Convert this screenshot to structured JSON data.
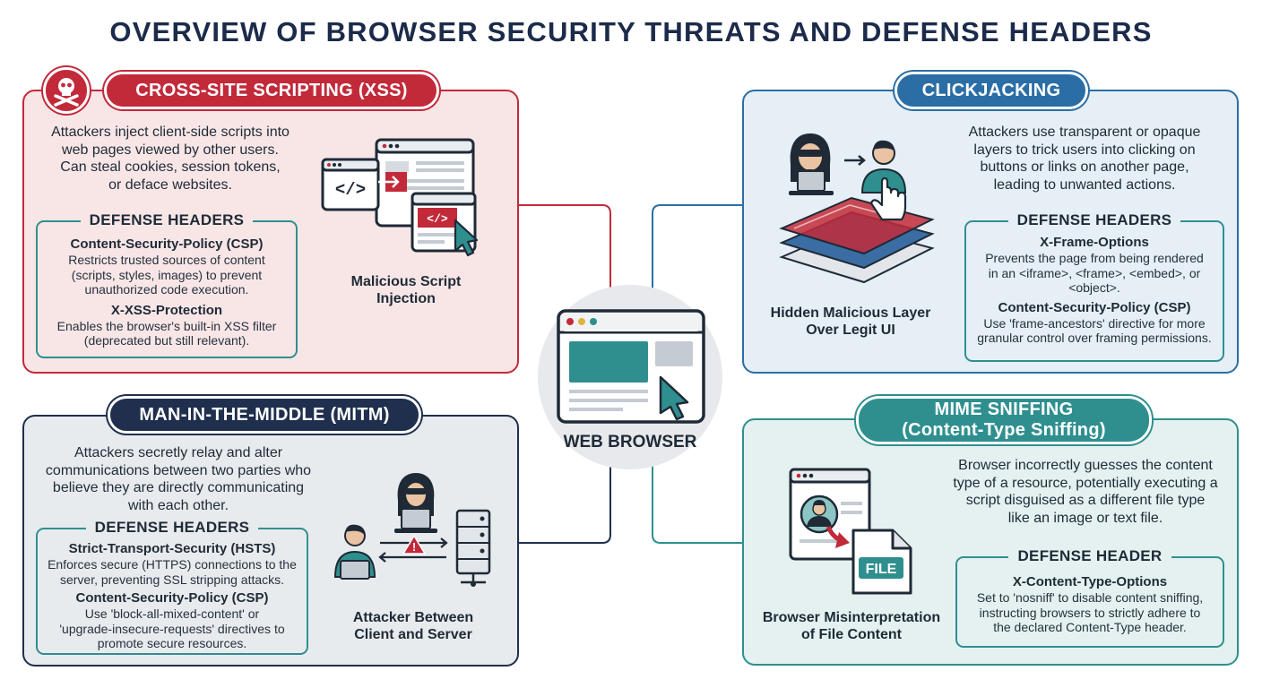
{
  "title": "OVERVIEW OF BROWSER SECURITY THREATS AND DEFENSE HEADERS",
  "center": {
    "label": "WEB BROWSER"
  },
  "colors": {
    "xss": "#c22a3a",
    "clickjacking": "#2b6ea5",
    "mitm": "#1f2f4d",
    "mime": "#2f8f8f"
  },
  "xss": {
    "title": "CROSS-SITE SCRIPTING (XSS)",
    "description": [
      "Attackers inject client-side scripts into",
      "web pages viewed by other users.",
      "Can steal cookies, session tokens,",
      "or deface websites."
    ],
    "defense_title": "DEFENSE HEADERS",
    "headers": [
      {
        "name": "Content-Security-Policy (CSP)",
        "desc": [
          "Restricts trusted sources of content",
          "(scripts, styles, images) to prevent",
          "unauthorized code execution."
        ]
      },
      {
        "name": "X-XSS-Protection",
        "desc": [
          "Enables the browser's built-in XSS filter",
          "(deprecated but still relevant)."
        ]
      }
    ],
    "caption": [
      "Malicious Script",
      "Injection"
    ],
    "icon_code": "</>"
  },
  "clickjacking": {
    "title": "CLICKJACKING",
    "description": [
      "Attackers use transparent or opaque",
      "layers to trick users into clicking on",
      "buttons or links on another page,",
      "leading to unwanted actions."
    ],
    "defense_title": "DEFENSE HEADERS",
    "headers": [
      {
        "name": "X-Frame-Options",
        "desc": [
          "Prevents the page from being rendered",
          "in an <iframe>, <frame>, <embed>, or",
          "<object>."
        ]
      },
      {
        "name": "Content-Security-Policy (CSP)",
        "desc": [
          "Use 'frame-ancestors' directive for more",
          "granular control over framing permissions."
        ]
      }
    ],
    "caption": [
      "Hidden Malicious Layer",
      "Over Legit UI"
    ]
  },
  "mitm": {
    "title": "MAN-IN-THE-MIDDLE (MITM)",
    "description": [
      "Attackers secretly relay and alter",
      "communications between two parties who",
      "believe they are directly communicating",
      "with each other."
    ],
    "defense_title": "DEFENSE HEADERS",
    "headers": [
      {
        "name": "Strict-Transport-Security (HSTS)",
        "desc": [
          "Enforces secure (HTTPS) connections to the",
          "server, preventing SSL stripping attacks."
        ]
      },
      {
        "name": "Content-Security-Policy (CSP)",
        "desc": [
          "Use 'block-all-mixed-content' or",
          "'upgrade-insecure-requests' directives to",
          "promote secure resources."
        ]
      }
    ],
    "caption": [
      "Attacker Between",
      "Client and Server"
    ]
  },
  "mime": {
    "title": [
      "MIME SNIFFING",
      "(Content-Type Sniffing)"
    ],
    "description": [
      "Browser incorrectly guesses the content",
      "type of a resource, potentially executing a",
      "script disguised as a different file type",
      "like an image or text file."
    ],
    "defense_title": "DEFENSE HEADER",
    "headers": [
      {
        "name": "X-Content-Type-Options",
        "desc": [
          "Set to 'nosniff' to disable content sniffing,",
          "instructing browsers to strictly adhere to",
          "the declared Content-Type header."
        ]
      }
    ],
    "caption": [
      "Browser Misinterpretation",
      "of File Content"
    ],
    "file_label": "FILE"
  }
}
